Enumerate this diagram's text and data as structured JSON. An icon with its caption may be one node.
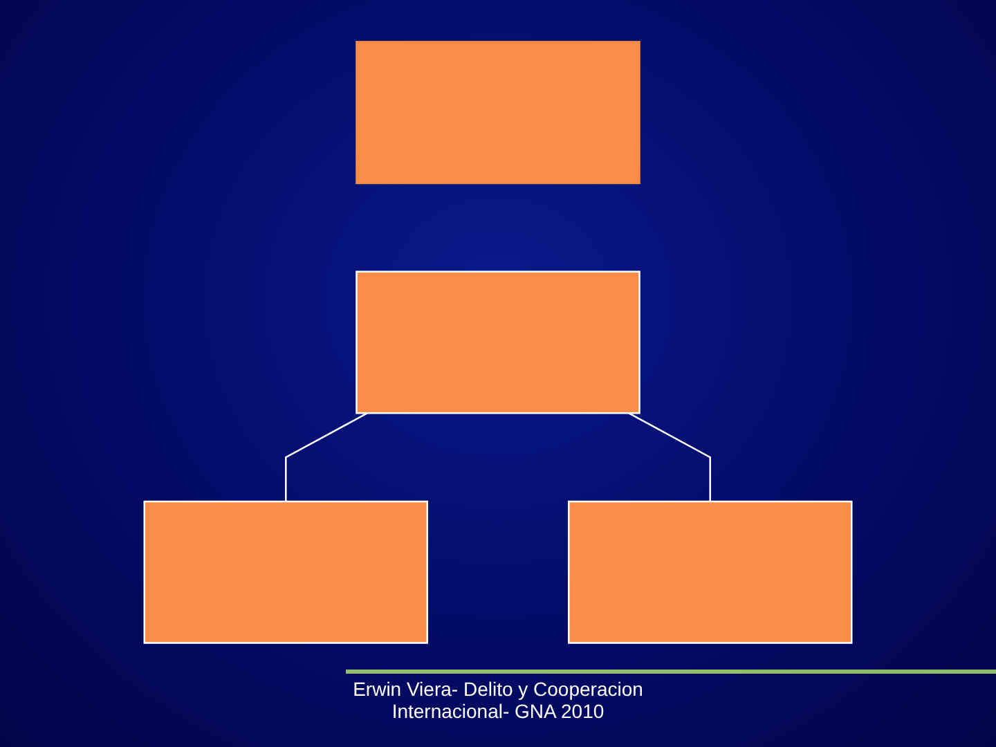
{
  "diagram": {
    "nodes": [
      {
        "text": [],
        "shape": "box"
      },
      {
        "text": [],
        "shape": "box"
      },
      {
        "text": [],
        "shape": "box"
      },
      {
        "text": [],
        "shape": "box"
      }
    ],
    "edges": [
      {
        "from": 1,
        "to": 2,
        "arrow": "none"
      },
      {
        "from": 1,
        "to": 3,
        "arrow": "none"
      }
    ],
    "labels": [
      "Erwin Viera- Delito y Cooperacion Internacional- GNA 2010"
    ]
  }
}
